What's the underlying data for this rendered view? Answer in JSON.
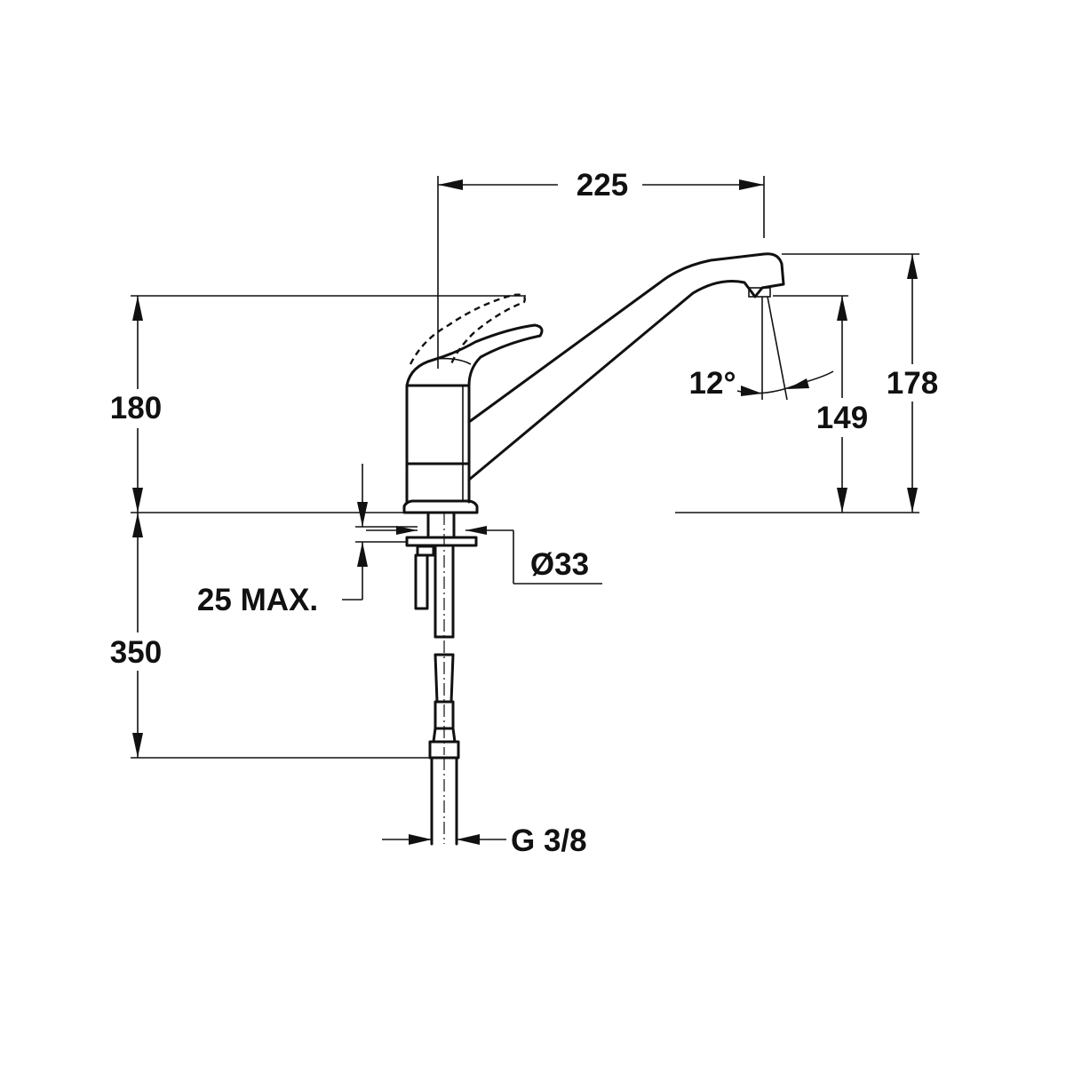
{
  "dimensions": {
    "spout_reach": "225",
    "body_height": "180",
    "spout_height": "178",
    "outlet_height": "149",
    "swivel_angle": "12°",
    "mounting_thickness": "25 MAX.",
    "hole_diameter": "Ø33",
    "hose_length": "350",
    "connection_thread": "G 3/8"
  }
}
